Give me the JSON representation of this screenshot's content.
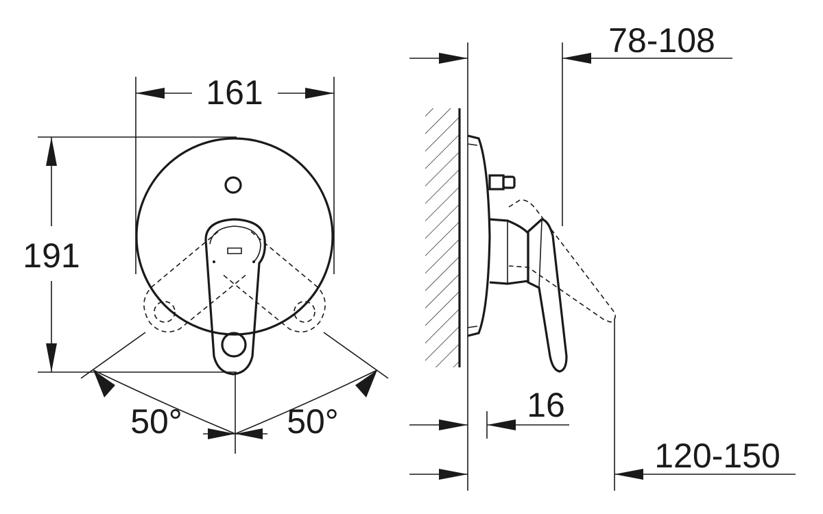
{
  "front_view": {
    "width_label": "161",
    "height_label": "191",
    "left_angle_label": "50°",
    "right_angle_label": "50°"
  },
  "side_view": {
    "handle_projection_label": "78-108",
    "plate_offset_label": "16",
    "max_projection_label": "120-150"
  },
  "colors": {
    "line": "#1a1a1a",
    "background": "#ffffff"
  }
}
